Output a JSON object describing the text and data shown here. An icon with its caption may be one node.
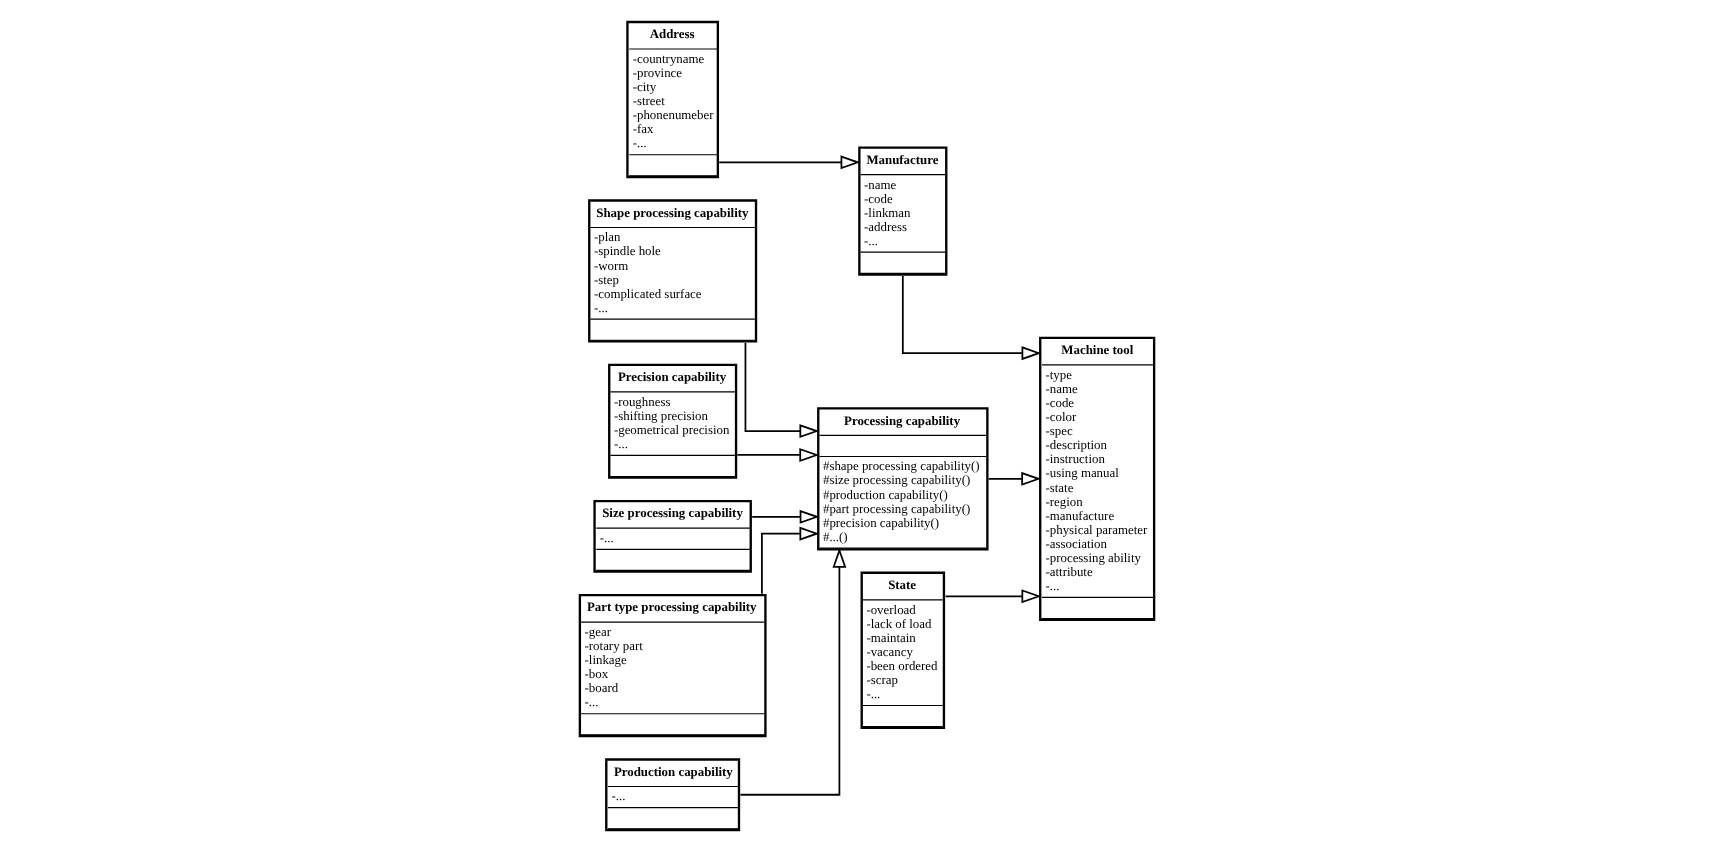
{
  "diagram": {
    "nodes": [
      {
        "text": [
          "Shape processing capability",
          "-plan",
          "-spindle hole",
          "-worm",
          "-step",
          "-complicated surface",
          "-..."
        ]
      },
      {
        "text": [
          "Precision capability",
          "-roughness",
          "-shifting precision",
          "-geometrical precision",
          "-..."
        ]
      },
      {
        "text": [
          "Machine tool",
          "-type",
          "-name",
          "-code",
          "-color",
          "-spec",
          "-description",
          "-instruction",
          "-using manual",
          "-state",
          "-region",
          "-manufacture",
          "-physical parameter",
          "-association",
          "-processing ability",
          "-attribute",
          "-..."
        ]
      },
      {
        "text": [
          "Manufacture",
          "-name",
          "-code",
          "-linkman",
          "-address",
          "-..."
        ]
      },
      {
        "text": [
          "Address",
          "-countryname",
          "-province",
          "-city",
          "-street",
          "-phonenumeber",
          "-fax",
          "-..."
        ]
      },
      {
        "text": [
          "Size processing capability",
          "-..."
        ]
      },
      {
        "text": [
          "Processing capability",
          "#shape processing capability()",
          "#size processing capability()",
          "#production capability()",
          "#part processing capability()",
          "#precision capability()",
          "#...()"
        ]
      },
      {
        "text": [
          "State",
          "-overload",
          "-lack of load",
          "-maintain",
          "-vacancy",
          "-been ordered",
          "-scrap",
          "-..."
        ]
      },
      {
        "text": [
          "Part type processing capability",
          "-gear",
          "-rotary part",
          "-linkage",
          "-box",
          "-board",
          "-..."
        ]
      },
      {
        "text": [
          "Production capability",
          "-..."
        ]
      }
    ],
    "edges": [
      {
        "from": 0,
        "to": 6,
        "arrow": "to"
      },
      {
        "from": 1,
        "to": 6,
        "arrow": "to"
      },
      {
        "from": 5,
        "to": 6,
        "arrow": "to"
      },
      {
        "from": 8,
        "to": 6,
        "arrow": "to"
      },
      {
        "from": 9,
        "to": 6,
        "arrow": "to"
      },
      {
        "from": 6,
        "to": 2,
        "arrow": "to"
      },
      {
        "from": 3,
        "to": 2,
        "arrow": "to"
      },
      {
        "from": 4,
        "to": 3,
        "arrow": "to"
      },
      {
        "from": 7,
        "to": 2,
        "arrow": "to"
      }
    ]
  }
}
